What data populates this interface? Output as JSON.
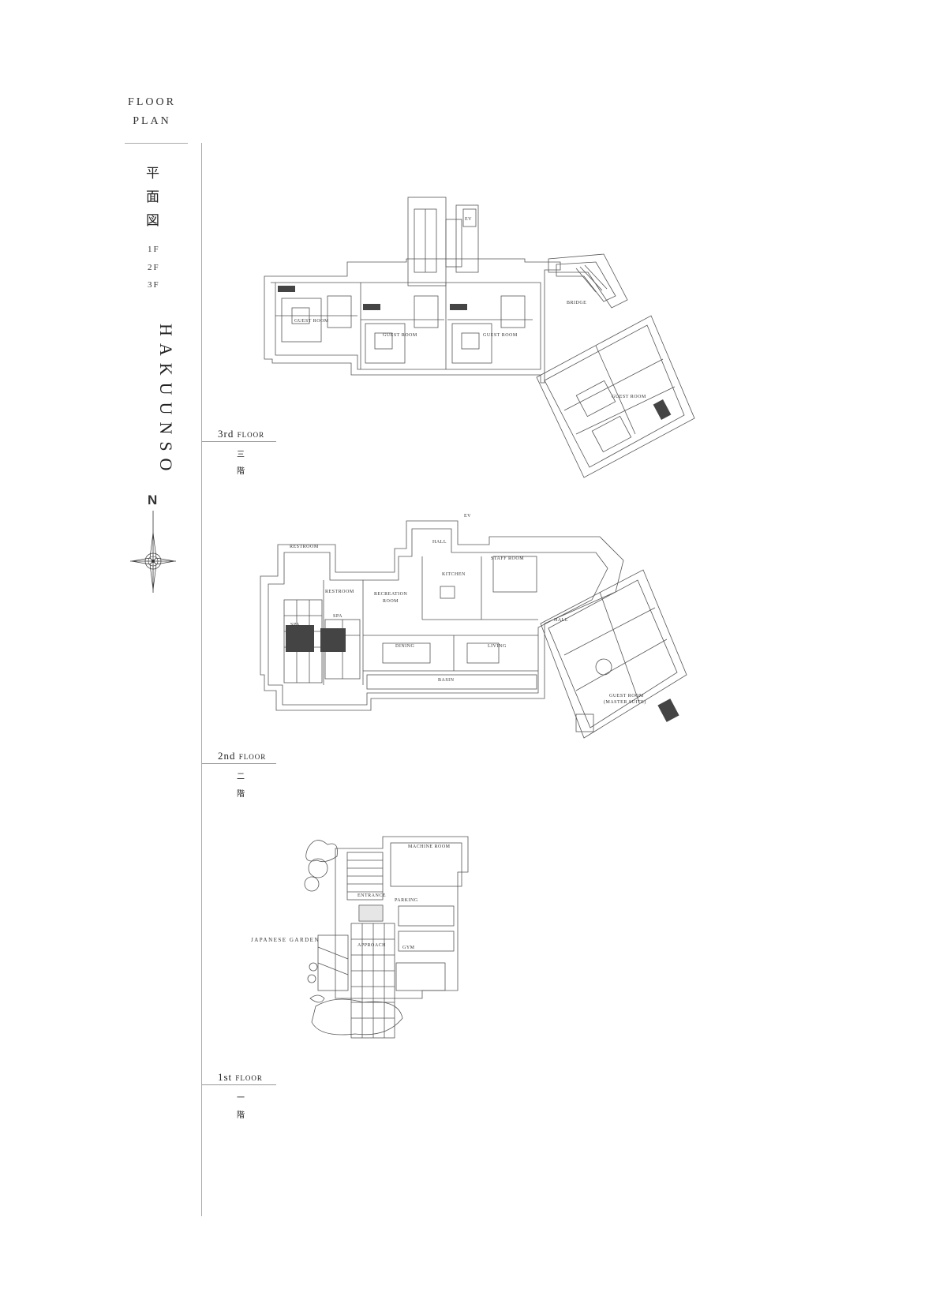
{
  "header": {
    "title_line1": "FLOOR",
    "title_line2": "PLAN",
    "kanji": [
      "平",
      "面",
      "図"
    ],
    "floors": [
      "1F",
      "2F",
      "3F"
    ],
    "building_name": "HAKUUNSO",
    "north_label": "N"
  },
  "floors": {
    "third": {
      "label_main": "3rd",
      "label_floor": "Floor",
      "kanji_top": "三",
      "kanji_bottom": "階",
      "rooms": {
        "guest_room_1": "GUEST ROOM",
        "guest_room_2": "GUEST ROOM",
        "guest_room_3": "GUEST ROOM",
        "guest_room_4": "GUEST ROOM",
        "bridge": "BRIDGE",
        "ev": "EV"
      }
    },
    "second": {
      "label_main": "2nd",
      "label_floor": "Floor",
      "kanji_top": "二",
      "kanji_bottom": "階",
      "rooms": {
        "restroom_1": "RESTROOM",
        "restroom_2": "RESTROOM",
        "spa_1": "SPA",
        "spa_2": "SPA",
        "recreation_1": "RECREATION",
        "recreation_2": "ROOM",
        "hall_1": "HALL",
        "kitchen": "KITCHEN",
        "staff_room": "STAFF ROOM",
        "dining": "DINING",
        "living": "LIVING",
        "hall_2": "HALL",
        "basin": "BASIN",
        "guest_room": "GUEST ROOM",
        "master_suite": "(MASTER SUITE)",
        "ev": "EV"
      }
    },
    "first": {
      "label_main": "1st",
      "label_floor": "Floor",
      "kanji_top": "一",
      "kanji_bottom": "階",
      "rooms": {
        "machine_room": "MACHINE ROOM",
        "entrance": "ENTRANCE",
        "parking": "PARKING",
        "approach": "APPROACH",
        "gym": "GYM",
        "japanese_garden": "JAPANESE GARDEN"
      }
    }
  }
}
